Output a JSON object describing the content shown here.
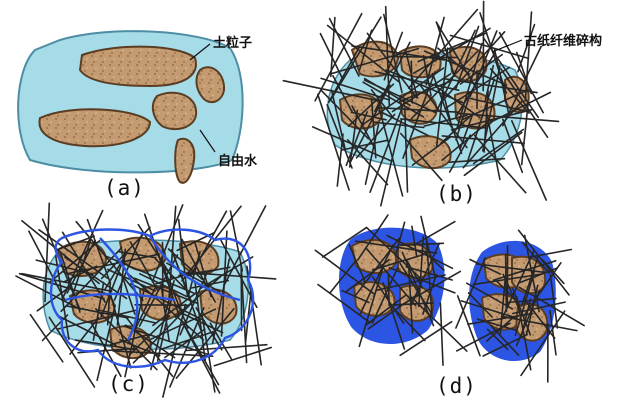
{
  "panels": {
    "a": {
      "caption": "(a)",
      "callouts": {
        "soil": "土粒子",
        "water": "自由水"
      }
    },
    "b": {
      "caption": "(b)",
      "callouts": {
        "fiber": "古纸纤维碎构"
      }
    },
    "c": {
      "caption": "(c)"
    },
    "d": {
      "caption": "(d)"
    }
  },
  "colors": {
    "water": "#a6dbe8",
    "water_edge": "#4d8ea5",
    "soil": "#c49a71",
    "soil_edge": "#5a3d22",
    "fiber": "#262626",
    "binder": "#2d55e3"
  }
}
